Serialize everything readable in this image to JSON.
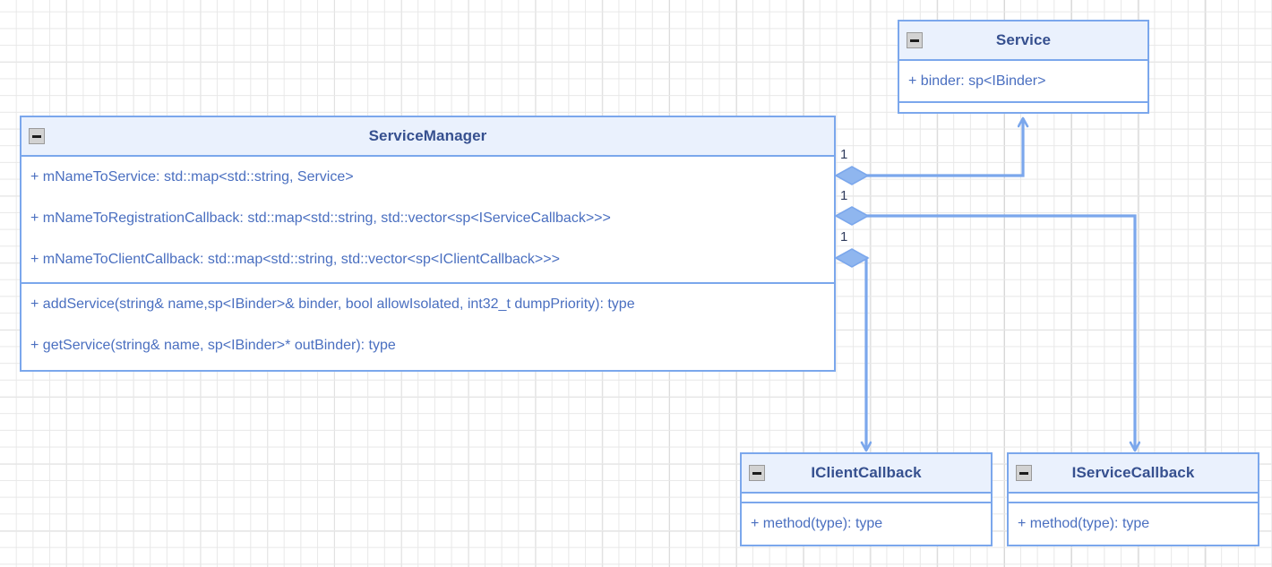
{
  "diagram": {
    "type": "uml-class-diagram",
    "accent_color": "#7ba7ec",
    "header_fill": "#eaf1fd",
    "title_color": "#36508f",
    "text_color": "#4a6fc0",
    "background": "#ffffff",
    "grid_color": "#e8e8e8"
  },
  "classes": {
    "service_manager": {
      "name": "ServiceManager",
      "collapse_icon": "minus-icon",
      "attributes": [
        "+ mNameToService: std::map<std::string, Service>",
        "+ mNameToRegistrationCallback: std::map<std::string, std::vector<sp<IServiceCallback>>>",
        "+ mNameToClientCallback: std::map<std::string, std::vector<sp<IClientCallback>>>"
      ],
      "operations": [
        "+ addService(string& name,sp<IBinder>& binder, bool allowIsolated, int32_t dumpPriority): type",
        "+ getService(string& name, sp<IBinder>* outBinder): type"
      ]
    },
    "service": {
      "name": "Service",
      "collapse_icon": "minus-icon",
      "attributes": [
        "+ binder: sp<IBinder>"
      ],
      "operations": []
    },
    "iclient_callback": {
      "name": "IClientCallback",
      "collapse_icon": "minus-icon",
      "attributes": [],
      "operations": [
        "+ method(type): type"
      ]
    },
    "iservice_callback": {
      "name": "IServiceCallback",
      "collapse_icon": "minus-icon",
      "attributes": [],
      "operations": [
        "+ method(type): type"
      ]
    }
  },
  "associations": [
    {
      "from": "ServiceManager",
      "to": "Service",
      "kind": "aggregation",
      "source_multiplicity": "1"
    },
    {
      "from": "ServiceManager",
      "to": "IServiceCallback",
      "kind": "aggregation",
      "source_multiplicity": "1"
    },
    {
      "from": "ServiceManager",
      "to": "IClientCallback",
      "kind": "aggregation",
      "source_multiplicity": "1"
    }
  ]
}
